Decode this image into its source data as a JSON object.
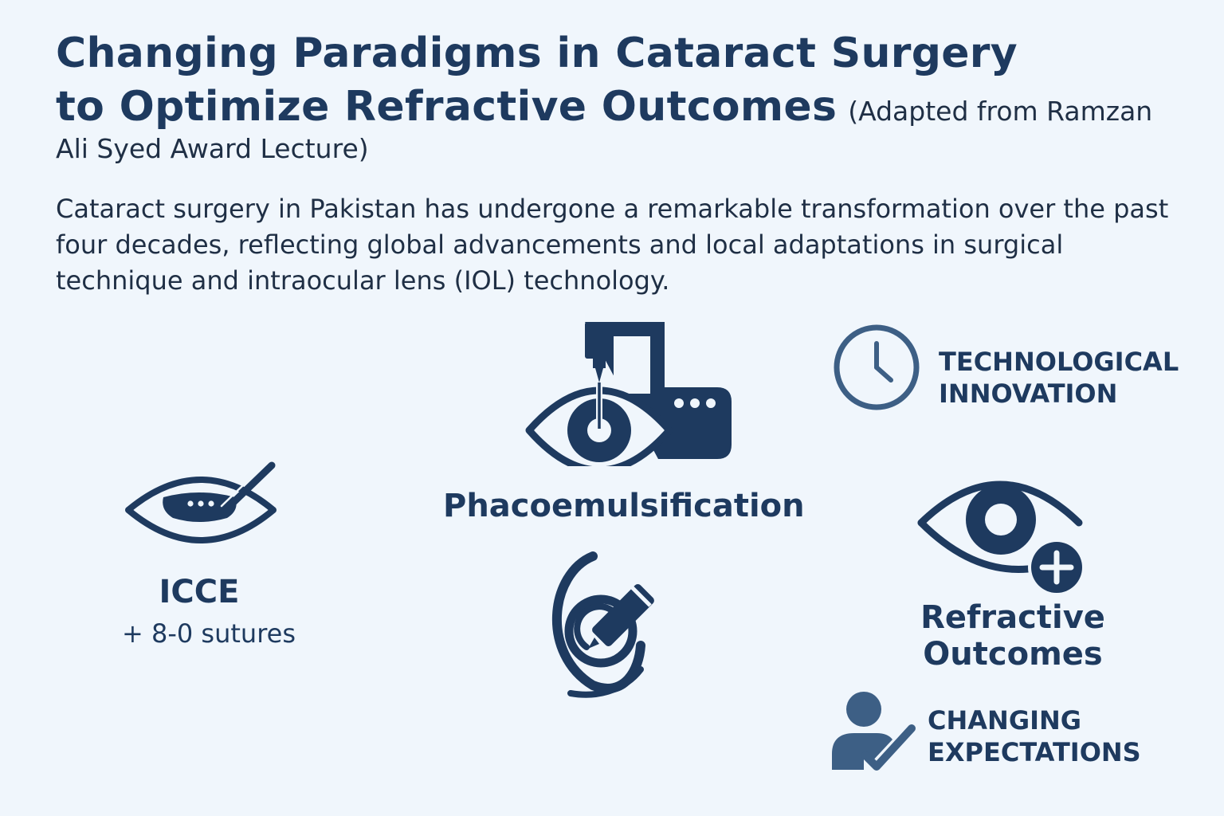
{
  "header": {
    "title_line1": "Changing Paradigms in Cataract Surgery",
    "title_line2": "to Optimize Refractive Outcomes",
    "attribution_a": "(Adapted from Ramzan",
    "attribution_b": "Ali Syed Award Lecture)"
  },
  "intro": {
    "text": "Cataract surgery in Pakistan has undergone a remarkable transformation over the past four decades, reflecting global advancements and local adaptations in surgical technique and intraocular lens (IOL) technology."
  },
  "nodes": {
    "icce": {
      "title": "ICCE",
      "subtitle": "+ 8-0 sutures",
      "icon": "eye-with-instrument-icon"
    },
    "phaco": {
      "title": "Phacoemulsification",
      "icon": "phaco-machine-eye-icon"
    },
    "iol": {
      "icon": "iol-injector-icon"
    },
    "tech": {
      "line1": "TECHNOLOGICAL",
      "line2": "INNOVATION",
      "icon": "clock-icon"
    },
    "refractive": {
      "line1": "Refractive",
      "line2": "Outcomes",
      "icon": "eye-plus-icon"
    },
    "expect": {
      "line1": "CHANGING",
      "line2": "EXPECTATIONS",
      "icon": "person-check-icon"
    }
  },
  "colors": {
    "background": "#f0f6fc",
    "primary": "#1e3a5f",
    "secondary": "#3d5f85",
    "text": "#1f2f45"
  }
}
